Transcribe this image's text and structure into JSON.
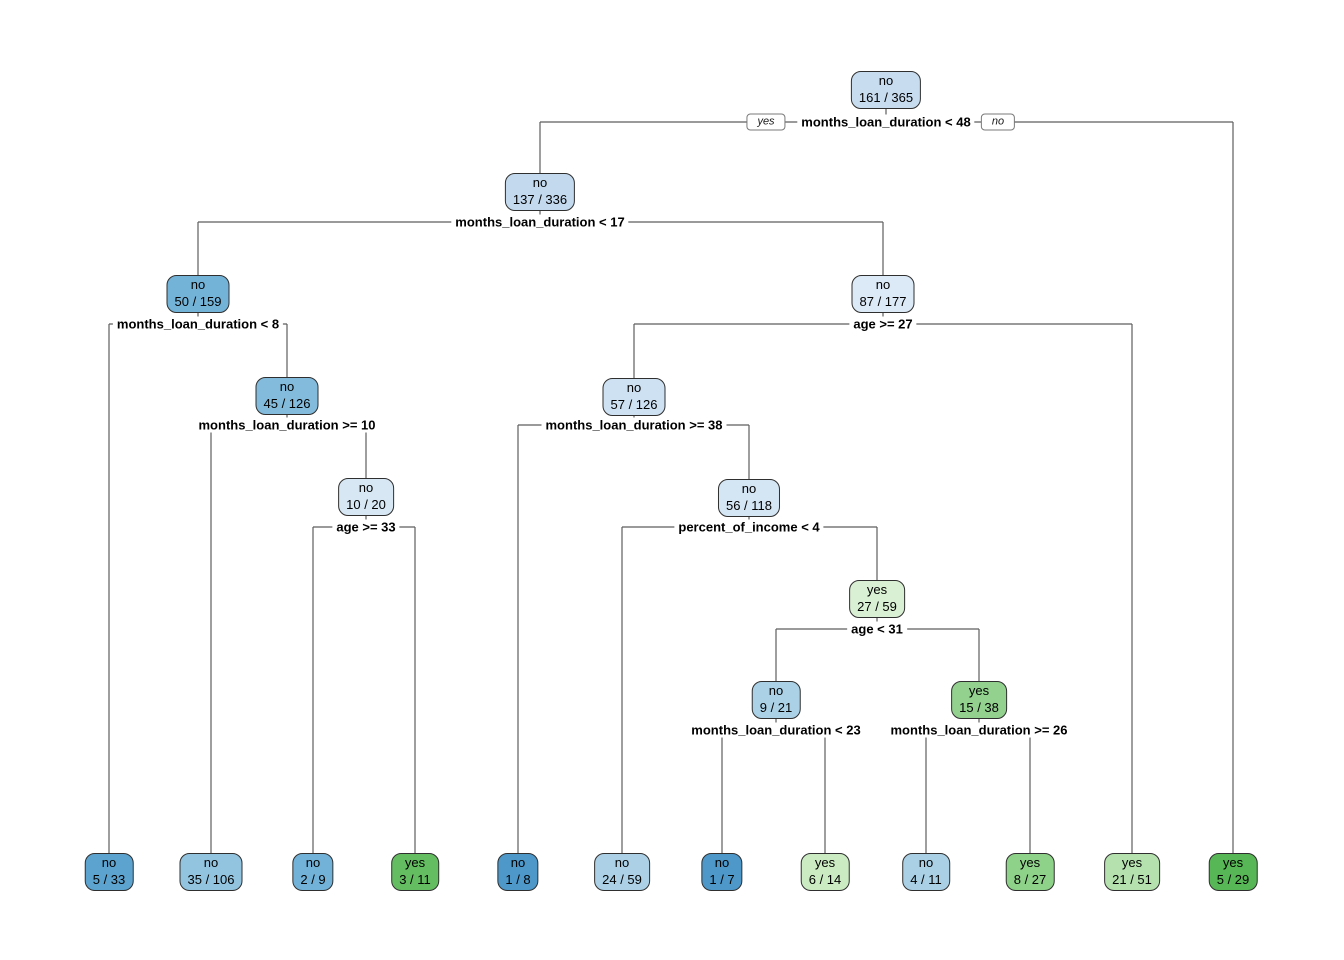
{
  "figure": {
    "background": "#ffffff",
    "line_color": "#5e5e5e",
    "node_border_color": "#2f2f2f",
    "text_color": "#000000"
  },
  "tree": {
    "nodes": [
      {
        "id": "n1",
        "kind": "internal",
        "class_label": "no",
        "count": "161 / 365",
        "fill": "#C8DCF0"
      },
      {
        "id": "n2",
        "kind": "internal",
        "class_label": "no",
        "count": "137 / 336",
        "fill": "#C3D9EE"
      },
      {
        "id": "n3",
        "kind": "internal",
        "class_label": "no",
        "count": "50 / 159",
        "fill": "#74B3D8"
      },
      {
        "id": "n4",
        "kind": "internal",
        "class_label": "no",
        "count": "45 / 126",
        "fill": "#82BBDC"
      },
      {
        "id": "n5",
        "kind": "internal",
        "class_label": "no",
        "count": "10 / 20",
        "fill": "#D7E7F4"
      },
      {
        "id": "n6",
        "kind": "internal",
        "class_label": "no",
        "count": "87 / 177",
        "fill": "#DCE9F6"
      },
      {
        "id": "n7",
        "kind": "internal",
        "class_label": "no",
        "count": "57 / 126",
        "fill": "#CEE1F2"
      },
      {
        "id": "n8",
        "kind": "internal",
        "class_label": "no",
        "count": "56 / 118",
        "fill": "#D4E5F3"
      },
      {
        "id": "n9",
        "kind": "internal",
        "class_label": "yes",
        "count": "27 / 59",
        "fill": "#DAF0D4"
      },
      {
        "id": "n10",
        "kind": "internal",
        "class_label": "no",
        "count": "9 / 21",
        "fill": "#ABD1E6"
      },
      {
        "id": "n11",
        "kind": "internal",
        "class_label": "yes",
        "count": "15 / 38",
        "fill": "#92D18E"
      },
      {
        "id": "L1",
        "kind": "leaf",
        "class_label": "no",
        "count": "5 / 33",
        "fill": "#5CA3CF"
      },
      {
        "id": "L2",
        "kind": "leaf",
        "class_label": "no",
        "count": "35 / 106",
        "fill": "#92C4E0"
      },
      {
        "id": "L3",
        "kind": "leaf",
        "class_label": "no",
        "count": "2 / 9",
        "fill": "#72B2D8"
      },
      {
        "id": "L4",
        "kind": "leaf",
        "class_label": "yes",
        "count": "3 / 11",
        "fill": "#65BD62"
      },
      {
        "id": "L5",
        "kind": "leaf",
        "class_label": "no",
        "count": "1 / 8",
        "fill": "#4D97C9"
      },
      {
        "id": "L6",
        "kind": "leaf",
        "class_label": "no",
        "count": "24 / 59",
        "fill": "#ACD1E7"
      },
      {
        "id": "L7",
        "kind": "leaf",
        "class_label": "no",
        "count": "1 / 7",
        "fill": "#4D97C9"
      },
      {
        "id": "L8",
        "kind": "leaf",
        "class_label": "yes",
        "count": "6 / 14",
        "fill": "#CBEBC3"
      },
      {
        "id": "L9",
        "kind": "leaf",
        "class_label": "no",
        "count": "4 / 11",
        "fill": "#AAD0E6"
      },
      {
        "id": "L10",
        "kind": "leaf",
        "class_label": "yes",
        "count": "8 / 27",
        "fill": "#8ED189"
      },
      {
        "id": "L11",
        "kind": "leaf",
        "class_label": "yes",
        "count": "21 / 51",
        "fill": "#B5E1AF"
      },
      {
        "id": "L12",
        "kind": "leaf",
        "class_label": "yes",
        "count": "5 / 29",
        "fill": "#57B655"
      }
    ],
    "splits": [
      {
        "id": "s1",
        "node": "n1",
        "label": "months_loan_duration < 48",
        "left": "n2",
        "right": "L12",
        "edge_labels": {
          "left": "yes",
          "right": "no"
        }
      },
      {
        "id": "s2",
        "node": "n2",
        "label": "months_loan_duration < 17",
        "left": "n3",
        "right": "n6"
      },
      {
        "id": "s3",
        "node": "n3",
        "label": "months_loan_duration < 8",
        "left": "L1",
        "right": "n4"
      },
      {
        "id": "s4",
        "node": "n4",
        "label": "months_loan_duration >= 10",
        "left": "L2",
        "right": "n5"
      },
      {
        "id": "s5",
        "node": "n5",
        "label": "age >= 33",
        "left": "L3",
        "right": "L4"
      },
      {
        "id": "s6",
        "node": "n6",
        "label": "age >= 27",
        "left": "n7",
        "right": "L11"
      },
      {
        "id": "s7",
        "node": "n7",
        "label": "months_loan_duration >= 38",
        "left": "L5",
        "right": "n8"
      },
      {
        "id": "s8",
        "node": "n8",
        "label": "percent_of_income < 4",
        "left": "L6",
        "right": "n9"
      },
      {
        "id": "s9",
        "node": "n9",
        "label": "age < 31",
        "left": "n10",
        "right": "n11"
      },
      {
        "id": "s10",
        "node": "n10",
        "label": "months_loan_duration < 23",
        "left": "L7",
        "right": "L8"
      },
      {
        "id": "s11",
        "node": "n11",
        "label": "months_loan_duration >= 26",
        "left": "L9",
        "right": "L10"
      }
    ]
  }
}
